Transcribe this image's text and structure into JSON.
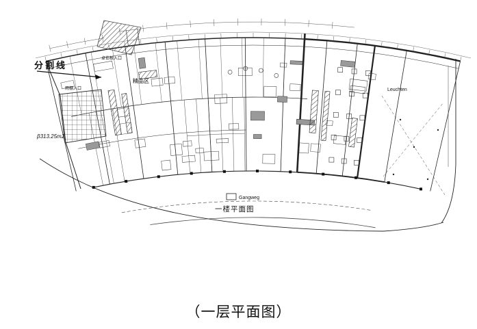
{
  "plan": {
    "caption": "（一层平面图）",
    "title": "一楼平面图",
    "legend_label": "Gangweg",
    "labels": {
      "divider": "分割线",
      "canopy_entrance": "雨棚入口",
      "zhuobogen_entrance": "卓伯根入口",
      "boutique_area": "精品区",
      "area": "β313.25m2",
      "leuchten": "Leuchten"
    },
    "colors": {
      "ink": "#1a1a1a",
      "paper": "#ffffff"
    }
  }
}
